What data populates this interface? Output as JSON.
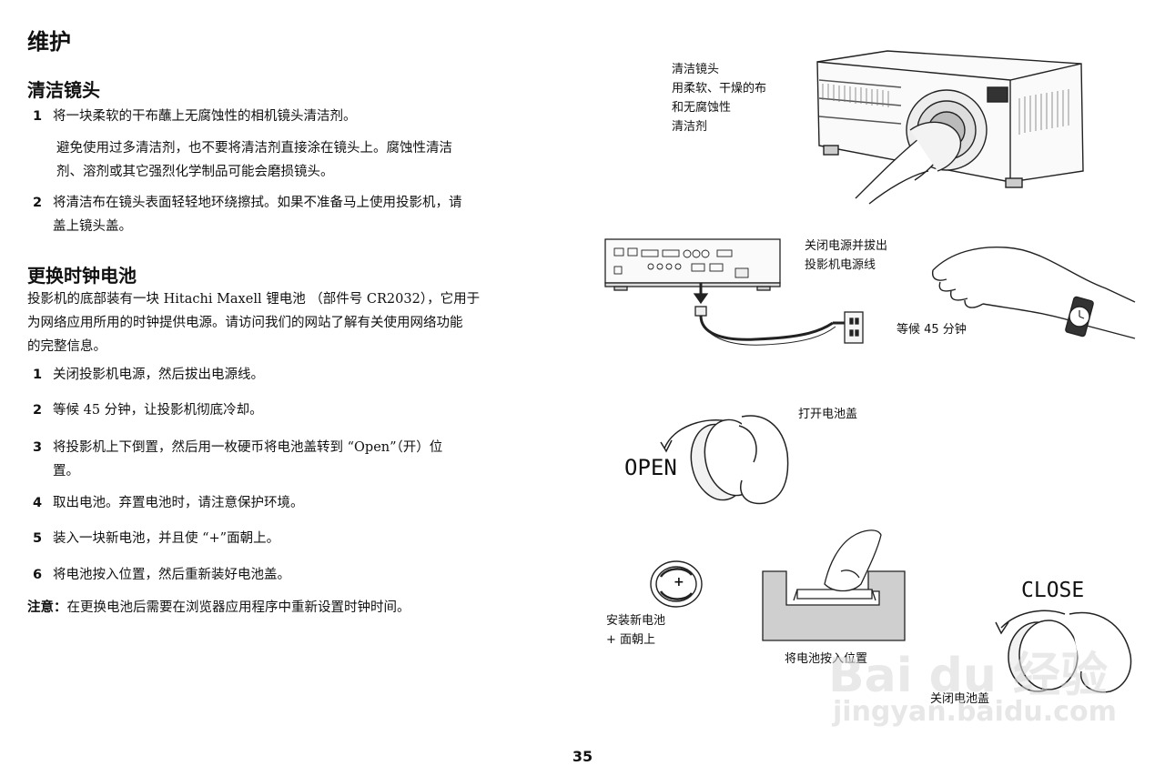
{
  "title": "维护",
  "clean": {
    "heading": "清洁镜头",
    "step1_num": "1",
    "step1": "将一块柔软的干布蘸上无腐蚀性的相机镜头清洁剂。",
    "note_line1": "避免使用过多清洁剂，也不要将清洁剂直接涂在镜头上。腐蚀性清洁",
    "note_line2": "剂、溶剂或其它强烈化学制品可能会磨损镜头。",
    "step2_num": "2",
    "step2_line1": "将清洁布在镜头表面轻轻地环绕擦拭。如果不准备马上使用投影机，请",
    "step2_line2": "盖上镜头盖。"
  },
  "battery": {
    "heading": "更换时钟电池",
    "intro_line1": "投影机的底部装有一块 Hitachi Maxell 锂电池 （部件号 CR2032），它用于",
    "intro_line2": "为网络应用所用的时钟提供电源。请访问我们的网站了解有关使用网络功能",
    "intro_line3": "的完整信息。",
    "steps": [
      {
        "num": "1",
        "line1": "关闭投影机电源，然后拔出电源线。",
        "line2": ""
      },
      {
        "num": "2",
        "line1": "等候 45 分钟，让投影机彻底冷却。",
        "line2": ""
      },
      {
        "num": "3",
        "line1": "将投影机上下倒置，然后用一枚硬币将电池盖转到 “Open”（开）位",
        "line2": "置。"
      },
      {
        "num": "4",
        "line1": "取出电池。弃置电池时，请注意保护环境。",
        "line2": ""
      },
      {
        "num": "5",
        "line1": "装入一块新电池，并且使 “+”面朝上。",
        "line2": ""
      },
      {
        "num": "6",
        "line1": "将电池按入位置，然后重新装好电池盖。",
        "line2": ""
      }
    ],
    "note_label": "注意：",
    "note": "在更换电池后需要在浏览器应用程序中重新设置时钟时间。"
  },
  "figures": {
    "clean_cap": [
      "清洁镜头",
      "用柔软、干燥的布",
      "和无腐蚀性",
      "清洁剂"
    ],
    "power_cap": [
      "关闭电源并拔出",
      "投影机电源线"
    ],
    "wait_cap": "等候 45 分钟",
    "open_cap": "打开电池盖",
    "open_word": "OPEN",
    "install_cap": [
      "安装新电池",
      "+ 面朝上"
    ],
    "plus": "+",
    "press_cap": "将电池按入位置",
    "close_word": "CLOSE",
    "close_cap": "关闭电池盖",
    "watermark1": "Bai du 经验",
    "watermark2": "jingyan.baidu.com"
  },
  "page_number": "35"
}
